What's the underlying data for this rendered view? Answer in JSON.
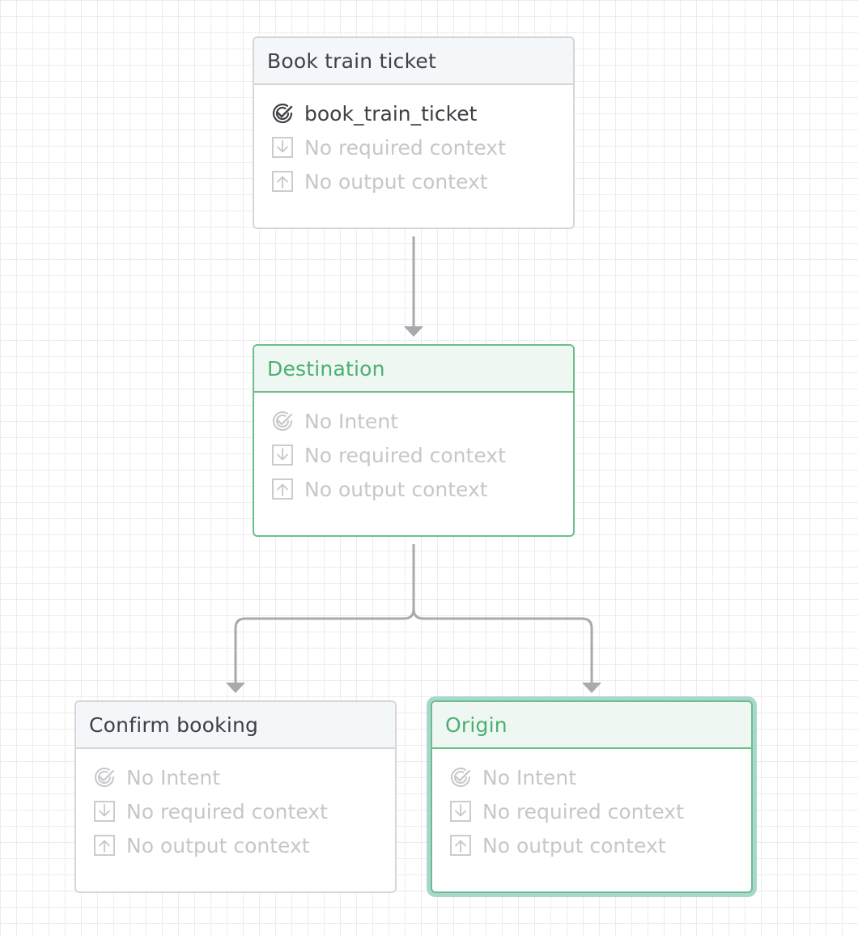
{
  "colors": {
    "connector": "#a9a9ae",
    "neutral_border": "#d6d6d8",
    "green_border": "#6cbf8a",
    "green_text": "#4caf72",
    "selected_glow": "#a9d7cd",
    "active_text": "#3f3f46",
    "muted_text": "#c7c7cb"
  },
  "nodes": [
    {
      "id": "book-train-ticket",
      "title": "Book train ticket",
      "style": "neutral",
      "intent": "book_train_ticket",
      "intent_set": true,
      "required_context": "No required context",
      "output_context": "No output context",
      "icons": [
        "intent-check-icon",
        "required-context-icon",
        "output-context-icon"
      ]
    },
    {
      "id": "destination",
      "title": "Destination",
      "style": "green",
      "intent": "No Intent",
      "intent_set": false,
      "required_context": "No required context",
      "output_context": "No output context",
      "icons": [
        "intent-check-icon",
        "required-context-icon",
        "output-context-icon"
      ]
    },
    {
      "id": "confirm-booking",
      "title": "Confirm booking",
      "style": "neutral",
      "intent": "No Intent",
      "intent_set": false,
      "required_context": "No required context",
      "output_context": "No output context",
      "icons": [
        "intent-check-icon",
        "required-context-icon",
        "output-context-icon"
      ]
    },
    {
      "id": "origin",
      "title": "Origin",
      "style": "green",
      "selected": true,
      "intent": "No Intent",
      "intent_set": false,
      "required_context": "No required context",
      "output_context": "No output context",
      "icons": [
        "intent-check-icon",
        "required-context-icon",
        "output-context-icon"
      ]
    }
  ],
  "edges": [
    {
      "from": "book-train-ticket",
      "to": "destination"
    },
    {
      "from": "destination",
      "to": "confirm-booking"
    },
    {
      "from": "destination",
      "to": "origin"
    }
  ]
}
